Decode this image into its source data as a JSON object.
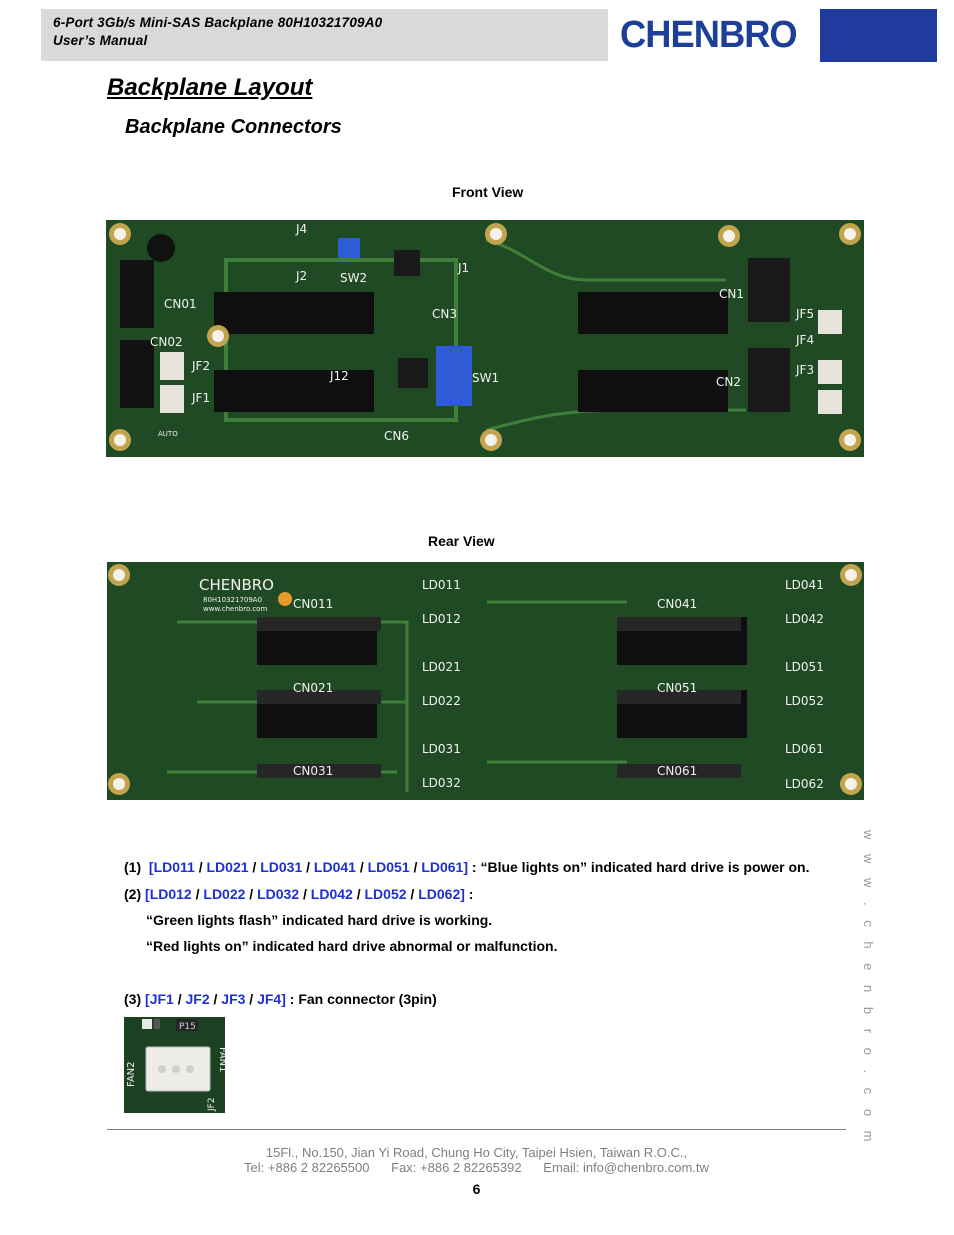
{
  "header": {
    "title_line1": "6-Port  3Gb/s  Mini-SAS  Backplane  80H10321709A0",
    "title_line2": "User’s  Manual",
    "logo_text": "CHENBRO"
  },
  "section": {
    "title": "Backplane Layout",
    "subtitle": "Backplane Connectors"
  },
  "front_view": {
    "label": "Front View",
    "silkscreen": [
      "J4",
      "J2",
      "SW2",
      "J1",
      "CN01",
      "CN3",
      "CN02",
      "JF2",
      "J12",
      "SW1",
      "JF1",
      "CN6",
      "CN1",
      "JF5",
      "JF4",
      "CN2",
      "JF3",
      "AUTO"
    ]
  },
  "rear_view": {
    "label": "Rear View",
    "silkscreen": [
      "CHENBRO",
      "80H10321709A0",
      "www.chenbro.com",
      "LD011",
      "CN011",
      "LD012",
      "LD021",
      "CN021",
      "LD022",
      "LD031",
      "CN031",
      "LD032",
      "LD041",
      "CN041",
      "LD042",
      "LD051",
      "CN051",
      "LD052",
      "LD061",
      "CN061",
      "LD062"
    ]
  },
  "notes": {
    "item1": {
      "num": "(1)",
      "leds": [
        "LD011",
        "LD021",
        "LD031",
        "LD041",
        "LD051",
        "LD061"
      ],
      "text": " : “Blue lights on” indicated hard drive is power on."
    },
    "item2": {
      "num": "(2)",
      "leds": [
        "LD012",
        "LD022",
        "LD032",
        "LD042",
        "LD052",
        "LD062"
      ],
      "text": " :",
      "line2": "“Green lights flash” indicated hard drive is working.",
      "line3": "“Red lights on” indicated hard drive abnormal or malfunction."
    },
    "item3": {
      "num": "(3)",
      "jumpers": [
        "JF1",
        "JF2",
        "JF3",
        "JF4"
      ],
      "text": " : Fan connector (3pin)"
    }
  },
  "fan_photo": {
    "labels": [
      "P15",
      "FAN2",
      "FAN1",
      "JF2"
    ]
  },
  "side_url": "w w w . c h e n b r o . c o m",
  "footer": {
    "address": "15Fl., No.150, Jian Yi Road, Chung Ho City, Taipei Hsien, Taiwan R.O.C.,",
    "contact": "Tel: +886 2 82265500      Fax: +886 2 82265392      Email: info@chenbro.com.tw",
    "page": "6"
  },
  "colors": {
    "header_bg": "#d9d9d9",
    "brand_blue": "#1d3f97",
    "link_blue": "#1f2fd6",
    "pcb_green": "#1f4a23",
    "footer_gray": "#7f7f7f"
  }
}
